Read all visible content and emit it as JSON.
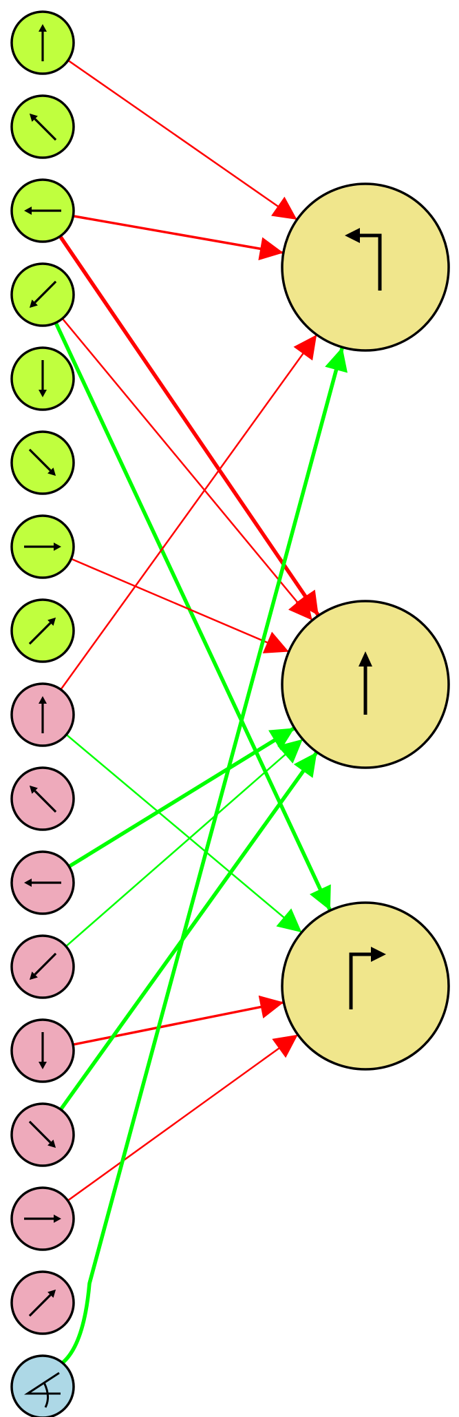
{
  "colors": {
    "background": "#ffffff",
    "input_green": "#c0ff3e",
    "input_pink": "#eeaabb",
    "input_blue": "#add8e6",
    "output": "#f0e68c",
    "edge_red": "#ff0000",
    "edge_green": "#00ff00",
    "stroke": "#000000"
  },
  "input_nodes": [
    {
      "id": "g-up",
      "group": "green",
      "icon": "arrow-up-icon"
    },
    {
      "id": "g-up-left",
      "group": "green",
      "icon": "arrow-up-left-icon"
    },
    {
      "id": "g-left",
      "group": "green",
      "icon": "arrow-left-icon"
    },
    {
      "id": "g-down-left",
      "group": "green",
      "icon": "arrow-down-left-icon"
    },
    {
      "id": "g-down",
      "group": "green",
      "icon": "arrow-down-icon"
    },
    {
      "id": "g-down-right",
      "group": "green",
      "icon": "arrow-down-right-icon"
    },
    {
      "id": "g-right",
      "group": "green",
      "icon": "arrow-right-icon"
    },
    {
      "id": "g-up-right",
      "group": "green",
      "icon": "arrow-up-right-icon"
    },
    {
      "id": "p-up",
      "group": "pink",
      "icon": "arrow-up-icon"
    },
    {
      "id": "p-up-left",
      "group": "pink",
      "icon": "arrow-up-left-icon"
    },
    {
      "id": "p-left",
      "group": "pink",
      "icon": "arrow-left-icon"
    },
    {
      "id": "p-down-left",
      "group": "pink",
      "icon": "arrow-down-left-icon"
    },
    {
      "id": "p-down",
      "group": "pink",
      "icon": "arrow-down-icon"
    },
    {
      "id": "p-down-right",
      "group": "pink",
      "icon": "arrow-down-right-icon"
    },
    {
      "id": "p-right",
      "group": "pink",
      "icon": "arrow-right-icon"
    },
    {
      "id": "p-up-right",
      "group": "pink",
      "icon": "arrow-up-right-icon"
    },
    {
      "id": "b-angle",
      "group": "blue",
      "icon": "angle-icon"
    }
  ],
  "output_nodes": [
    {
      "id": "out-left",
      "icon": "turn-left-icon"
    },
    {
      "id": "out-forward",
      "icon": "forward-icon"
    },
    {
      "id": "out-right",
      "icon": "turn-right-icon"
    }
  ],
  "edges": [
    {
      "from": "g-up",
      "to": "out-left",
      "color": "red",
      "weight": "thin"
    },
    {
      "from": "g-left",
      "to": "out-left",
      "color": "red",
      "weight": "medium"
    },
    {
      "from": "g-left",
      "to": "out-forward",
      "color": "red",
      "weight": "thick"
    },
    {
      "from": "g-down-left",
      "to": "out-forward",
      "color": "red",
      "weight": "thin"
    },
    {
      "from": "g-down-left",
      "to": "out-right",
      "color": "green",
      "weight": "thick"
    },
    {
      "from": "g-right",
      "to": "out-forward",
      "color": "red",
      "weight": "thin"
    },
    {
      "from": "p-up",
      "to": "out-left",
      "color": "red",
      "weight": "thin"
    },
    {
      "from": "p-up",
      "to": "out-right",
      "color": "green",
      "weight": "thin"
    },
    {
      "from": "p-left",
      "to": "out-forward",
      "color": "green",
      "weight": "thick"
    },
    {
      "from": "p-down-left",
      "to": "out-forward",
      "color": "green",
      "weight": "thin"
    },
    {
      "from": "p-down",
      "to": "out-right",
      "color": "red",
      "weight": "medium"
    },
    {
      "from": "p-down-right",
      "to": "out-forward",
      "color": "green",
      "weight": "thick"
    },
    {
      "from": "p-right",
      "to": "out-right",
      "color": "red",
      "weight": "thin"
    },
    {
      "from": "b-angle",
      "to": "out-left",
      "color": "green",
      "weight": "thick"
    }
  ]
}
